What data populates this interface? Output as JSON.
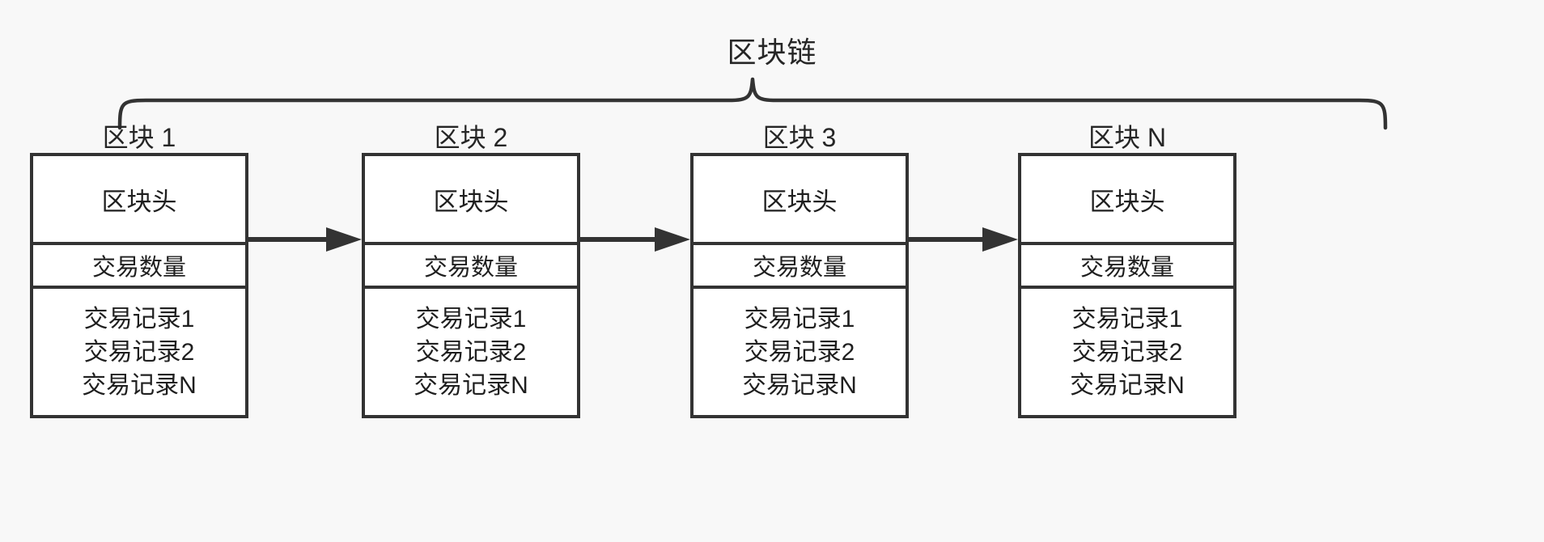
{
  "diagram": {
    "title": "区块链",
    "background_color": "#f8f8f8",
    "line_color": "#333333",
    "text_color": "#262626",
    "block_fill": "#ffffff",
    "blocks": [
      {
        "label": "区块 1",
        "header": "区块头",
        "count": "交易数量",
        "transactions": [
          "交易记录1",
          "交易记录2",
          "交易记录N"
        ]
      },
      {
        "label": "区块 2",
        "header": "区块头",
        "count": "交易数量",
        "transactions": [
          "交易记录1",
          "交易记录2",
          "交易记录N"
        ]
      },
      {
        "label": "区块 3",
        "header": "区块头",
        "count": "交易数量",
        "transactions": [
          "交易记录1",
          "交易记录2",
          "交易记录N"
        ]
      },
      {
        "label": "区块 N",
        "header": "区块头",
        "count": "交易数量",
        "transactions": [
          "交易记录1",
          "交易记录2",
          "交易记录N"
        ]
      }
    ],
    "connectors": [
      {
        "from": "区块 1",
        "to": "区块 2"
      },
      {
        "from": "区块 2",
        "to": "区块 3"
      },
      {
        "from": "区块 3",
        "to": "区块 N"
      }
    ]
  }
}
